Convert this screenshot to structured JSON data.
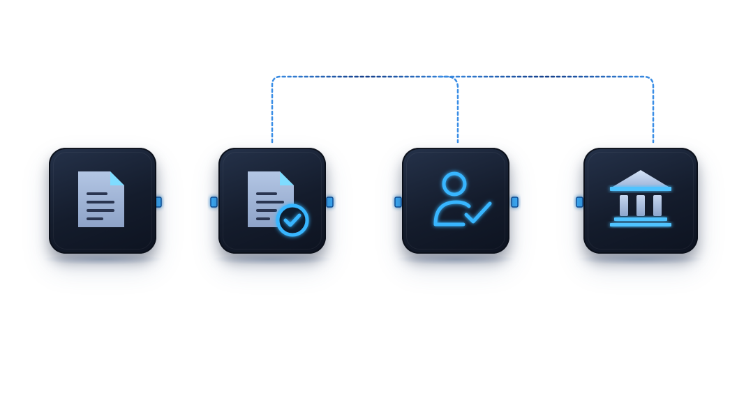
{
  "diagram": {
    "nodes": [
      {
        "id": "document",
        "icon": "document-icon"
      },
      {
        "id": "document-verified",
        "icon": "document-check-icon"
      },
      {
        "id": "user-verified",
        "icon": "user-check-icon"
      },
      {
        "id": "institution",
        "icon": "bank-building-icon"
      }
    ],
    "edges": [
      {
        "from": "document",
        "to": "document-verified",
        "style": "solid"
      },
      {
        "from": "document-verified",
        "to": "user-verified",
        "style": "solid"
      },
      {
        "from": "user-verified",
        "to": "institution",
        "style": "solid"
      },
      {
        "from": "document-verified",
        "to": "user-verified",
        "style": "dashed"
      },
      {
        "from": "document-verified",
        "to": "institution",
        "style": "dashed"
      }
    ],
    "colors": {
      "node_fill": "#141c2c",
      "accent": "#2f9bff",
      "glow": "#38b6ff",
      "dashed_line": "#1f5fbf",
      "document_fill": "#9fb4d6"
    }
  }
}
